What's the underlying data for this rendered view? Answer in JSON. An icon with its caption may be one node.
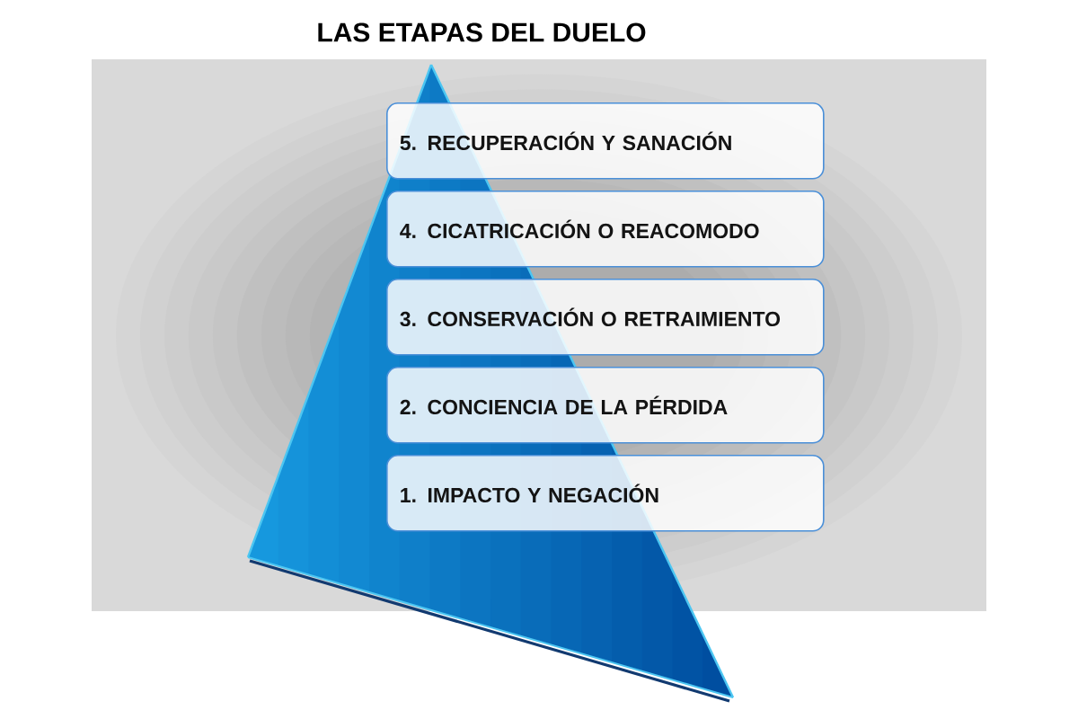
{
  "diagram": {
    "title": "LAS ETAPAS DEL DUELO",
    "nodes": [
      {
        "text": [
          "5. RECUPERACIÓN Y SANACIÓN"
        ]
      },
      {
        "text": [
          "4. CICATRICACIÓN O REACOMODO"
        ]
      },
      {
        "text": [
          "3. CONSERVACIÓN O RETRAIMIENTO"
        ]
      },
      {
        "text": [
          "2. CONCIENCIA DE LA PÉRDIDA"
        ]
      },
      {
        "text": [
          "1. IMPACTO Y NEGACIÓN"
        ]
      }
    ]
  }
}
